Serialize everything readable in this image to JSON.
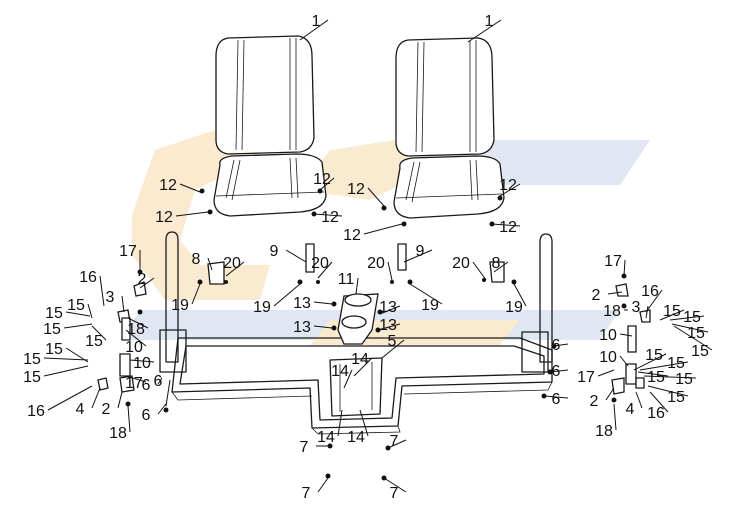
{
  "watermark": {
    "primary_color": "#f7d9a8",
    "secondary_color": "#c7d3e8"
  },
  "callouts": [
    "1",
    "1",
    "12",
    "12",
    "12",
    "12",
    "12",
    "12",
    "12",
    "12",
    "17",
    "16",
    "2",
    "3",
    "15",
    "15",
    "15",
    "18",
    "15",
    "10",
    "15",
    "15",
    "15",
    "10",
    "17",
    "6",
    "16",
    "4",
    "2",
    "6",
    "18",
    "8",
    "20",
    "19",
    "9",
    "20",
    "19",
    "11",
    "13",
    "13",
    "13",
    "13",
    "6",
    "5",
    "14",
    "14",
    "14",
    "14",
    "7",
    "7",
    "7",
    "7",
    "20",
    "9",
    "19",
    "20",
    "8",
    "19",
    "17",
    "2",
    "16",
    "3",
    "18",
    "15",
    "15",
    "10",
    "15",
    "15",
    "6",
    "15",
    "10",
    "15",
    "15",
    "6",
    "17",
    "15",
    "15",
    "2",
    "4",
    "16",
    "6",
    "18"
  ]
}
